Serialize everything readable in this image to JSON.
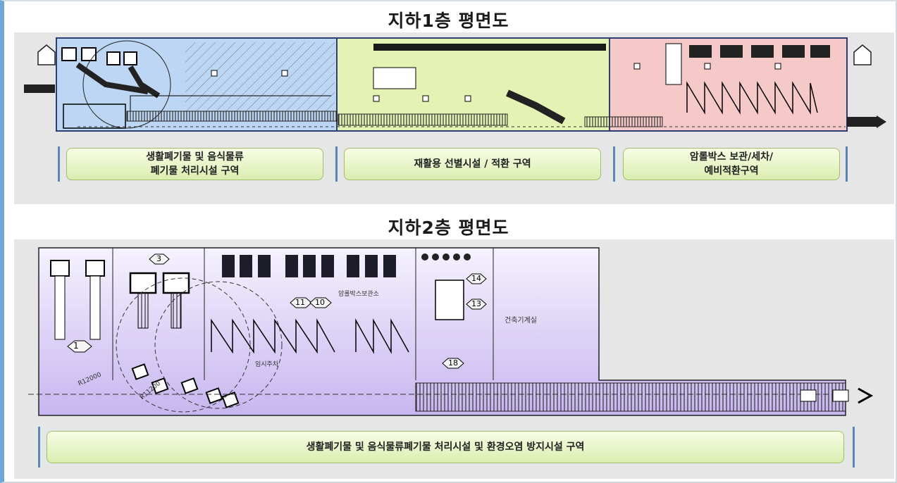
{
  "floor_b1": {
    "title": "지하1층 평면도",
    "zones": [
      {
        "label": "생활폐기물 및 음식물류\n폐기물 처리시설 구역",
        "color": "#bcd6f3"
      },
      {
        "label": "재활용 선별시설 / 적환 구역",
        "color": "#e4f3b3"
      },
      {
        "label": "암롤박스 보관/세차/\n예비적환구역",
        "color": "#f6c9c9"
      }
    ]
  },
  "floor_b2": {
    "title": "지하2층 평면도",
    "zone_label": "생활폐기물 및 음식물류폐기물 처리시설 및 환경오염 방지시설 구역",
    "room_label": "건축기계실",
    "storage_label": "암롤박스보관소",
    "parking_label": "임시주차",
    "dim_labels": [
      "R12000",
      "R11200"
    ],
    "markers": [
      "1",
      "3",
      "11",
      "10",
      "14",
      "13",
      "18"
    ]
  }
}
